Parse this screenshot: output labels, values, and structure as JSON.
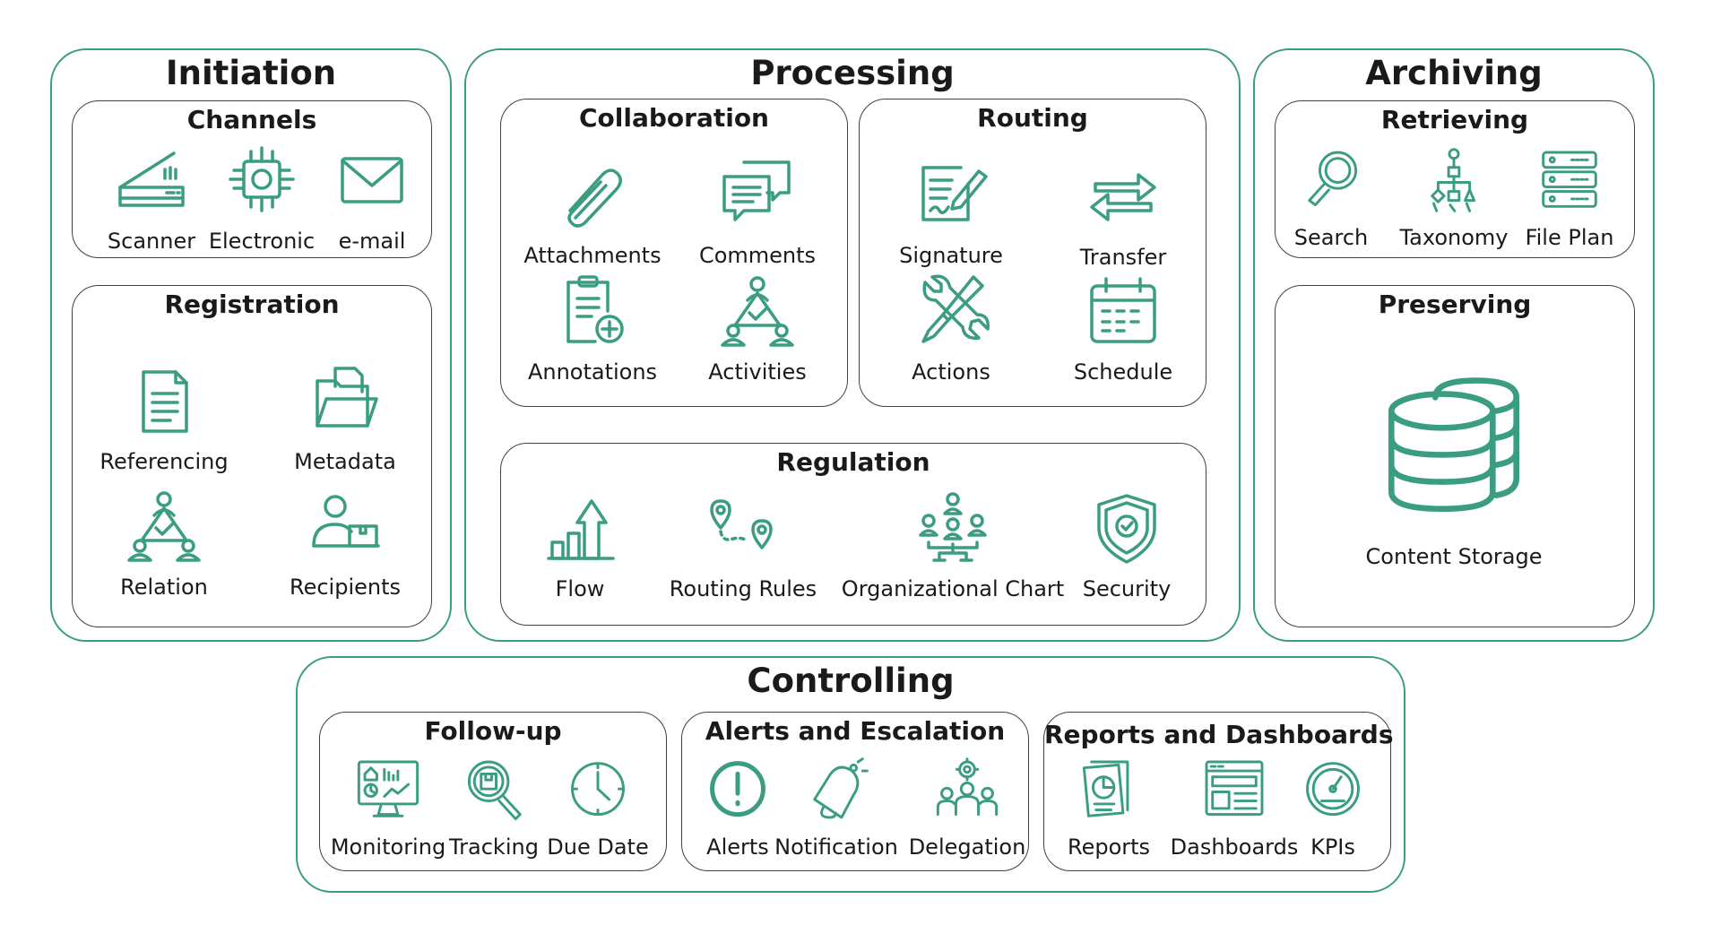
{
  "accent_color": "#3a9d82",
  "sections": {
    "initiation": {
      "title": "Initiation",
      "channels": {
        "title": "Channels",
        "items": [
          "Scanner",
          "Electronic",
          "e-mail"
        ]
      },
      "registration": {
        "title": "Registration",
        "items": [
          "Referencing",
          "Metadata",
          "Relation",
          "Recipients"
        ]
      }
    },
    "processing": {
      "title": "Processing",
      "collaboration": {
        "title": "Collaboration",
        "items": [
          "Attachments",
          "Comments",
          "Annotations",
          "Activities"
        ]
      },
      "routing": {
        "title": "Routing",
        "items": [
          "Signature",
          "Transfer",
          "Actions",
          "Schedule"
        ]
      },
      "regulation": {
        "title": "Regulation",
        "items": [
          "Flow",
          "Routing Rules",
          "Organizational Chart",
          "Security"
        ]
      }
    },
    "archiving": {
      "title": "Archiving",
      "retrieving": {
        "title": "Retrieving",
        "items": [
          "Search",
          "Taxonomy",
          "File Plan"
        ]
      },
      "preserving": {
        "title": "Preserving",
        "items": [
          "Content Storage"
        ]
      }
    },
    "controlling": {
      "title": "Controlling",
      "followup": {
        "title": "Follow-up",
        "items": [
          "Monitoring",
          "Tracking",
          "Due Date"
        ]
      },
      "alerts": {
        "title": "Alerts and Escalation",
        "items": [
          "Alerts",
          "Notification",
          "Delegation"
        ]
      },
      "reports": {
        "title": "Reports and Dashboards",
        "items": [
          "Reports",
          "Dashboards",
          "KPIs"
        ]
      }
    }
  },
  "icons": {
    "initiation": [
      "scanner-icon",
      "chip-icon",
      "envelope-icon",
      "document-icon",
      "folder-icon",
      "network-check-icon",
      "person-box-icon"
    ],
    "processing": [
      "paperclip-icon",
      "chat-bubbles-icon",
      "clipboard-plus-icon",
      "team-check-icon",
      "signature-pen-icon",
      "arrows-exchange-icon",
      "wrench-screwdriver-icon",
      "calendar-icon",
      "growth-chart-icon",
      "route-pins-icon",
      "org-chart-icon",
      "shield-check-icon"
    ],
    "archiving": [
      "magnifier-icon",
      "hierarchy-icon",
      "server-racks-icon",
      "database-icon"
    ],
    "controlling": [
      "monitor-dashboard-icon",
      "magnifier-box-icon",
      "clock-icon",
      "exclamation-circle-icon",
      "bell-icon",
      "person-gear-icon",
      "report-pie-icon",
      "dashboard-layout-icon",
      "gauge-icon"
    ]
  }
}
